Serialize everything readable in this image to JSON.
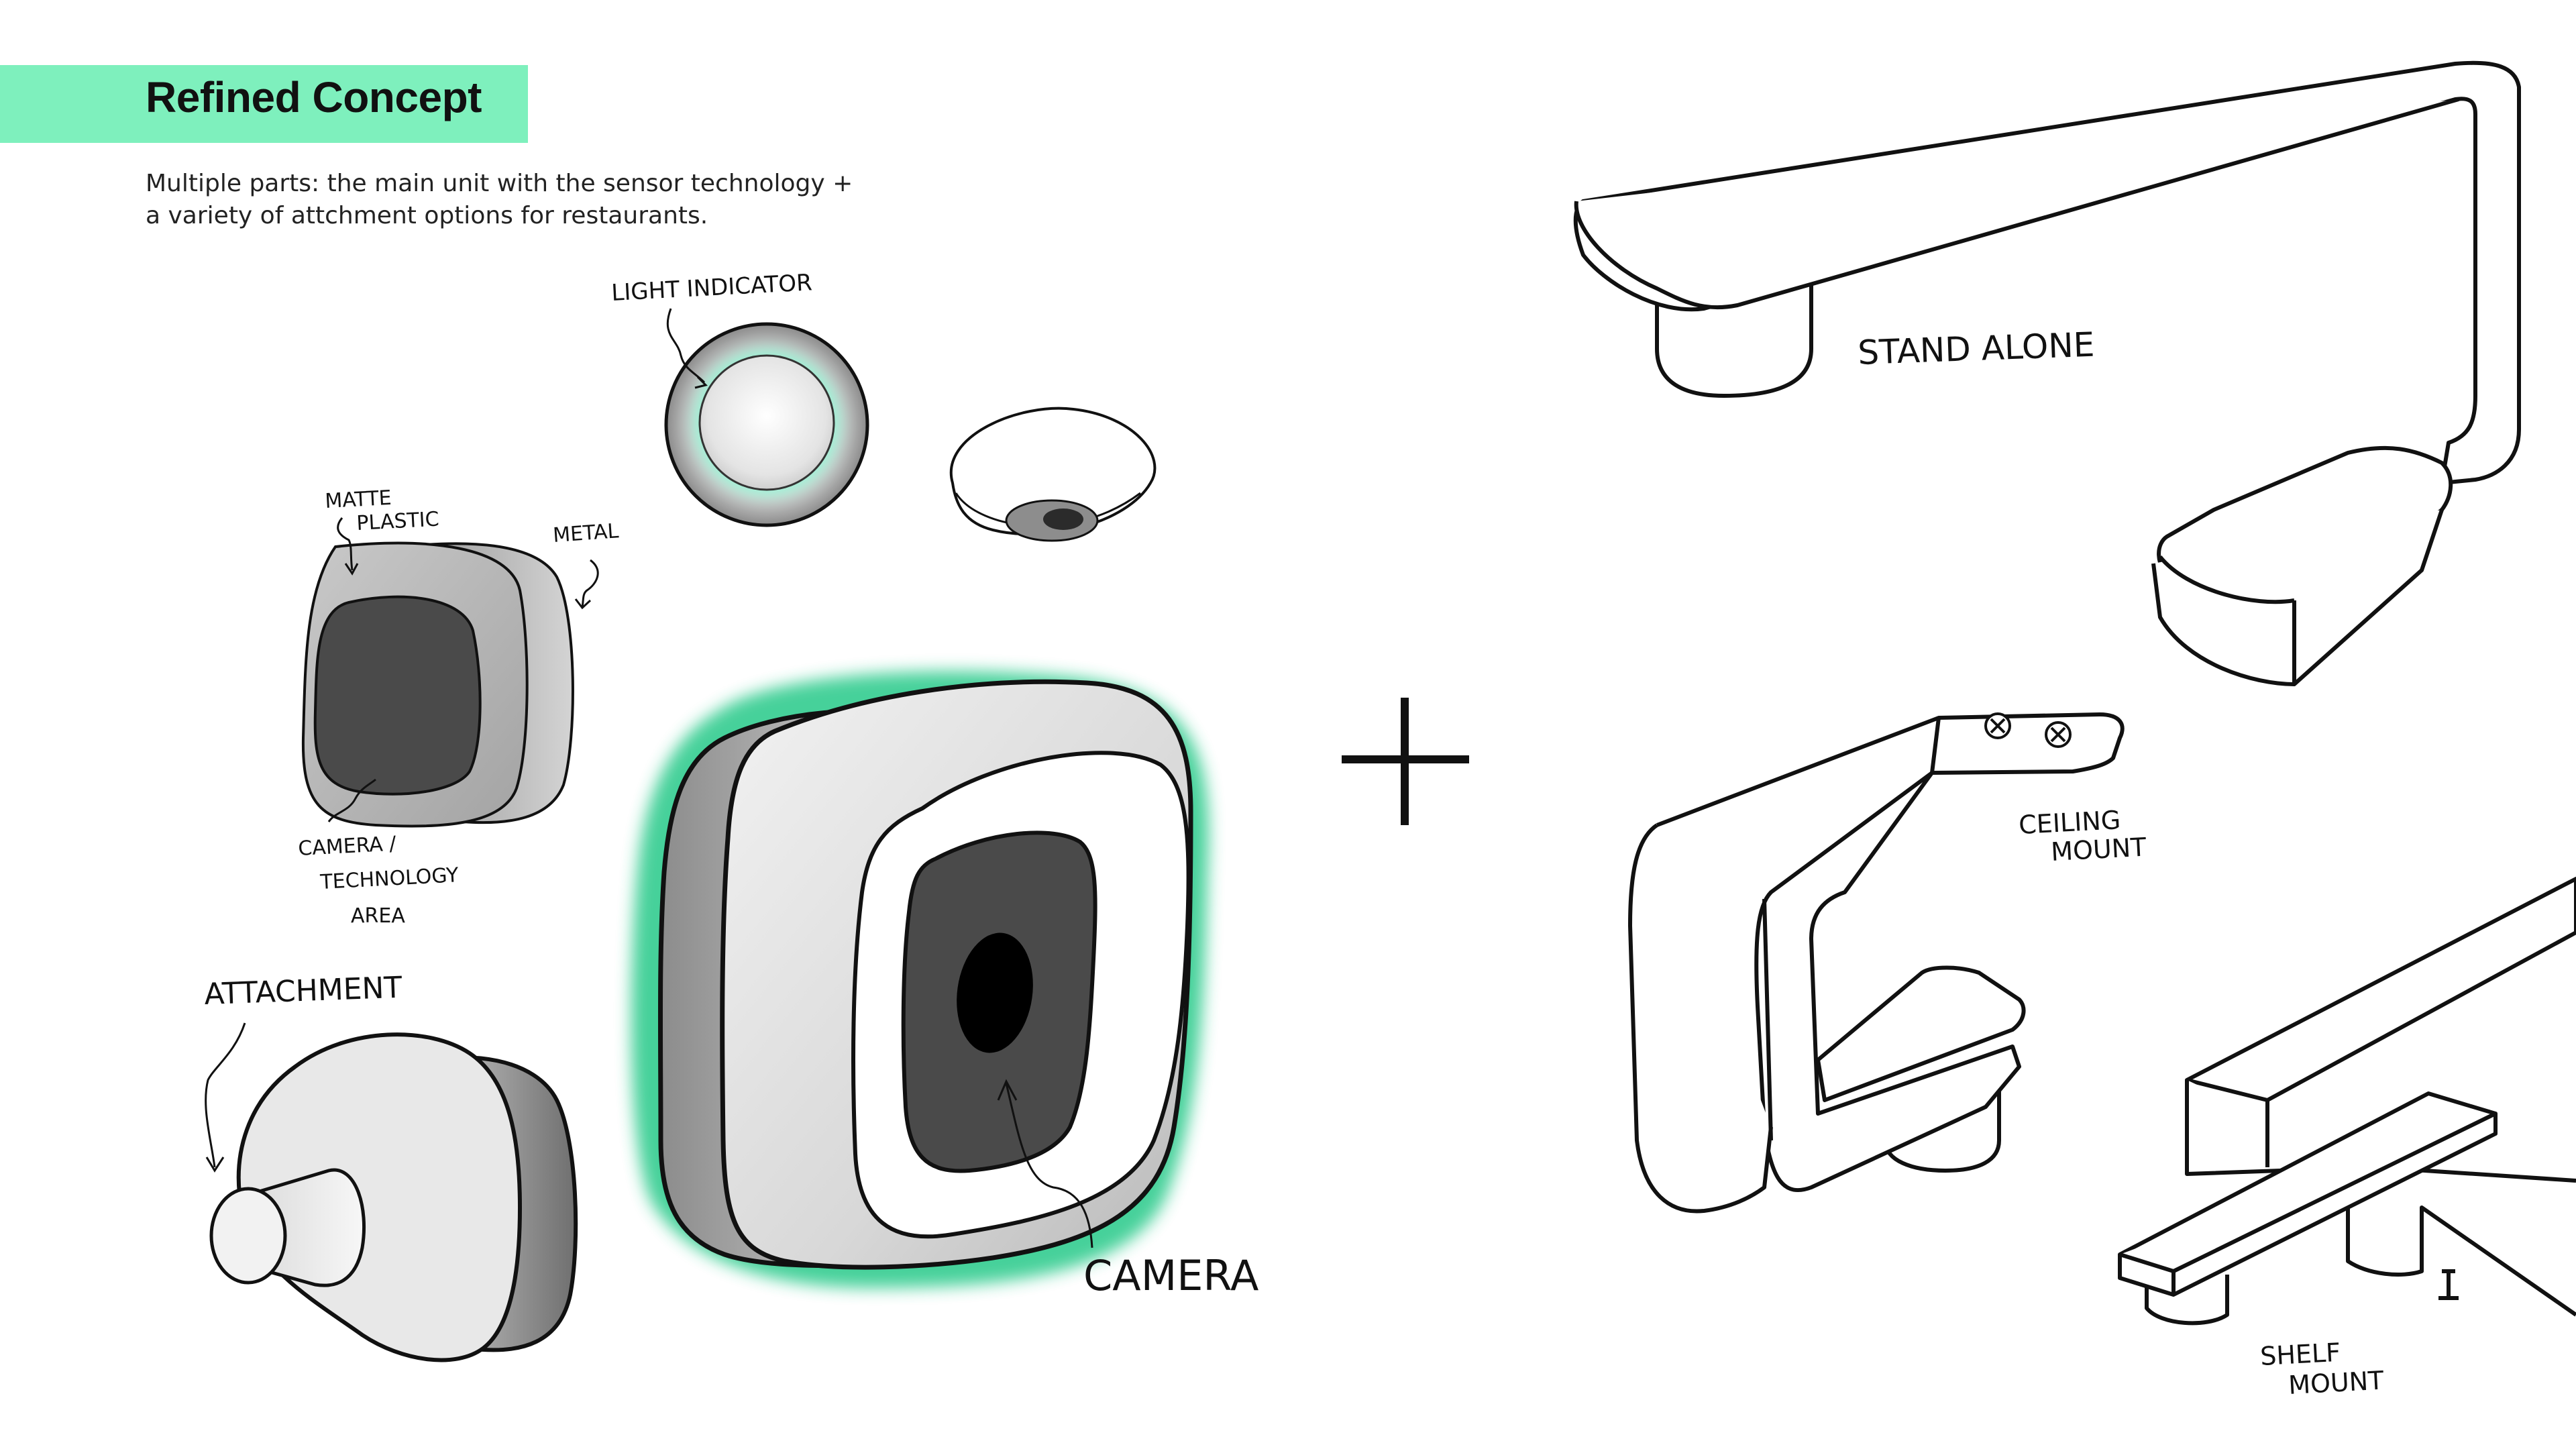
{
  "header": {
    "title": "Refined Concept",
    "description_line1": "Multiple parts: the main unit with the sensor technology +",
    "description_line2": "a variety of attchment options for restaurants."
  },
  "annotations": {
    "light_indicator": "LIGHT INDICATOR",
    "matte_line1": "MATTE",
    "matte_line2": "PLASTIC",
    "metal": "METAL",
    "camera_area_line1": "CAMERA /",
    "camera_area_line2": "TECHNOLOGY",
    "camera_area_line3": "AREA",
    "attachment": "ATTACHMENT",
    "camera": "CAMERA",
    "stand_alone": "STAND ALONE",
    "ceiling_line1": "CEILING",
    "ceiling_line2": "MOUNT",
    "shelf_line1": "SHELF",
    "shelf_line2": "MOUNT"
  },
  "colors": {
    "accent": "#7ef0bd",
    "glow": "#3ecf95",
    "dark_face": "#4a4a4a",
    "ink": "#111111"
  }
}
